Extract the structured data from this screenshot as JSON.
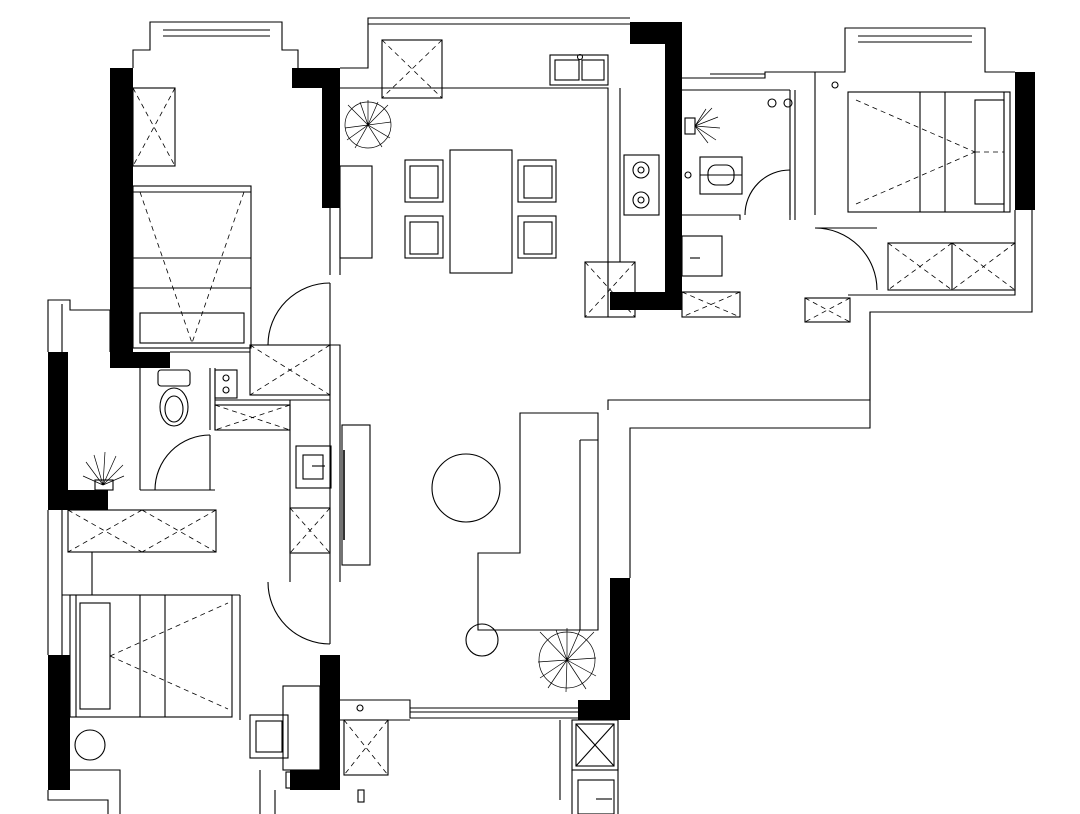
{
  "plan": {
    "background": "#ffffff",
    "ink": "#000000",
    "rooms": [
      "bedroom-north-west",
      "bedroom-south-west",
      "bedroom-east",
      "kitchen",
      "dining",
      "living-room",
      "bathroom-west",
      "bathroom-east",
      "balcony-south"
    ],
    "fixtures": [
      "toilet-icon",
      "squat-toilet-icon",
      "washbasin-icon",
      "kitchen-sink-icon",
      "gas-stove-icon",
      "dining-table-icon",
      "dining-chair-icon",
      "bed-icon",
      "wardrobe-icon",
      "sofa-icon",
      "tv-cabinet-icon",
      "coffee-table-icon",
      "plant-icon",
      "door-swing-icon"
    ]
  }
}
